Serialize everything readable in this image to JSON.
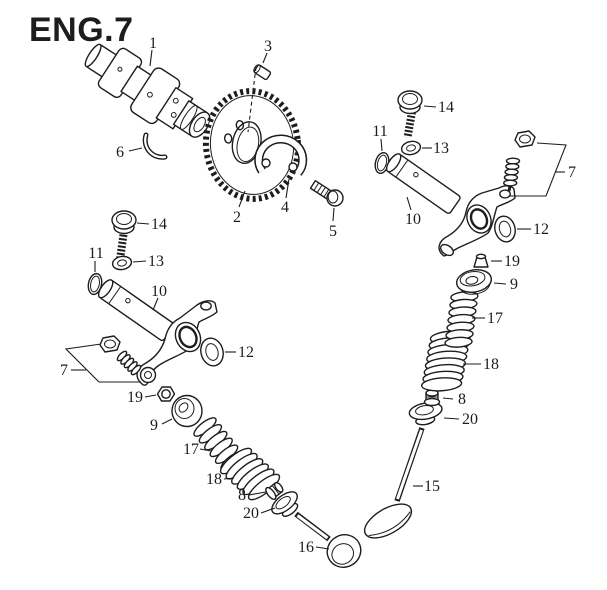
{
  "title": "ENG.7",
  "colors": {
    "ink": "#1d1d1d",
    "paper": "#ffffff"
  },
  "parts": {
    "p1": "1",
    "p2": "2",
    "p3": "3",
    "p4": "4",
    "p5": "5",
    "p6": "6",
    "p7": "7",
    "p8": "8",
    "p9": "9",
    "p10": "10",
    "p11": "11",
    "p12": "12",
    "p13": "13",
    "p14": "14",
    "p15": "15",
    "p16": "16",
    "p17": "17",
    "p18": "18",
    "p19": "19",
    "p20": "20"
  }
}
